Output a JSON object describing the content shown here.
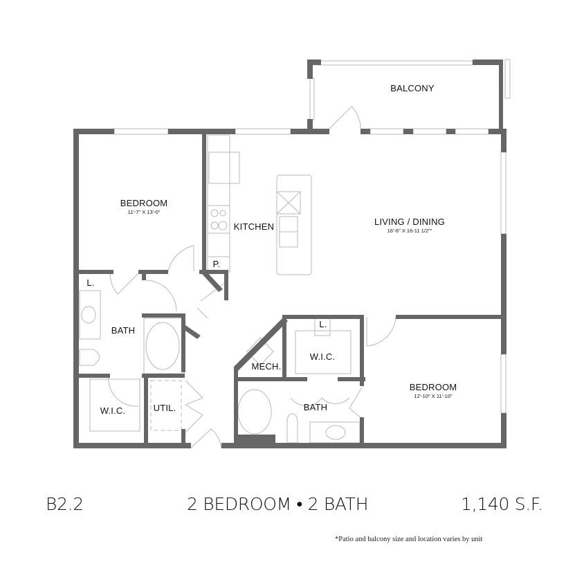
{
  "floorplan": {
    "rooms": [
      {
        "id": "bedroom-1",
        "name": "BEDROOM",
        "dimensions": "11'-7\" X 13'-0\""
      },
      {
        "id": "kitchen",
        "name": "KITCHEN",
        "dimensions": ""
      },
      {
        "id": "living-dining",
        "name": "LIVING / DINING",
        "dimensions": "16'-6\" X 16-11 1/2\"\""
      },
      {
        "id": "balcony",
        "name": "BALCONY",
        "dimensions": ""
      },
      {
        "id": "pantry",
        "name": "P.",
        "dimensions": ""
      },
      {
        "id": "linen-1",
        "name": "L.",
        "dimensions": ""
      },
      {
        "id": "bath-1",
        "name": "BATH",
        "dimensions": ""
      },
      {
        "id": "wic-1",
        "name": "W.I.C.",
        "dimensions": ""
      },
      {
        "id": "utility",
        "name": "UTIL.",
        "dimensions": ""
      },
      {
        "id": "mech",
        "name": "MECH.",
        "dimensions": ""
      },
      {
        "id": "linen-2",
        "name": "L.",
        "dimensions": ""
      },
      {
        "id": "wic-2",
        "name": "W.I.C.",
        "dimensions": ""
      },
      {
        "id": "bath-2",
        "name": "BATH",
        "dimensions": ""
      },
      {
        "id": "bedroom-2",
        "name": "BEDROOM",
        "dimensions": "12'-10\" X 11'-10\""
      }
    ],
    "colors": {
      "wall": "#666666",
      "fixture": "#b5b5b5",
      "text": "#111111"
    }
  },
  "footer": {
    "unit_code": "B2.2",
    "unit_type": "2 BEDROOM • 2 BATH",
    "area": "1,140 S.F.",
    "note": "*Patio and balcony size and location varies by unit"
  }
}
